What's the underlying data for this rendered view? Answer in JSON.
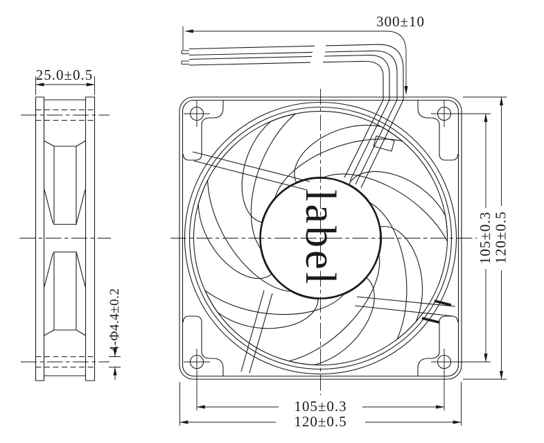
{
  "drawing": {
    "hub_label": "label",
    "dims": {
      "wire_length": "300±10",
      "thickness": "25.0±0.5",
      "mount_holes": "4-Φ4.4±0.2",
      "hole_pitch_vertical": "105±0.3",
      "frame_height": "120±0.5",
      "hole_pitch_horizontal": "105±0.3",
      "frame_width": "120±0.5"
    },
    "colors": {
      "line": "#1a1a1a",
      "background": "#ffffff"
    }
  }
}
